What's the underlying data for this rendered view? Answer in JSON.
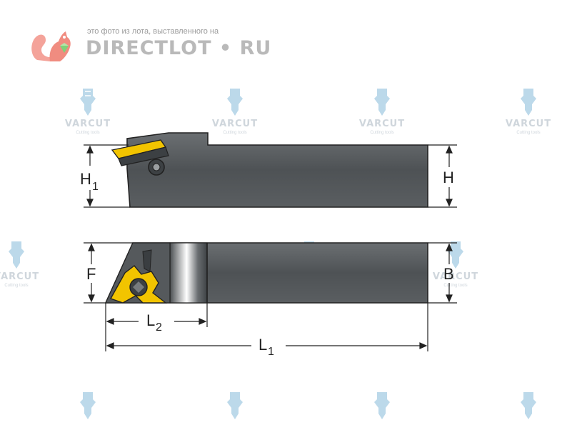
{
  "watermark_site": {
    "caption": "это фото из лота, выставленного на",
    "brand": "DIRECTLOT • RU",
    "icon": "squirrel-icon"
  },
  "watermark_brand": {
    "name": "VARCUT",
    "tagline": "Cutting tools",
    "icon": "drill-bit-icon"
  },
  "dimensions": {
    "h1": "H",
    "h1_sub": "1",
    "h": "H",
    "f": "F",
    "b": "B",
    "l2": "L",
    "l2_sub": "2",
    "l1": "L",
    "l1_sub": "1"
  },
  "colors": {
    "holder_body": "#505457",
    "insert": "#f2c400",
    "line": "#222222"
  }
}
